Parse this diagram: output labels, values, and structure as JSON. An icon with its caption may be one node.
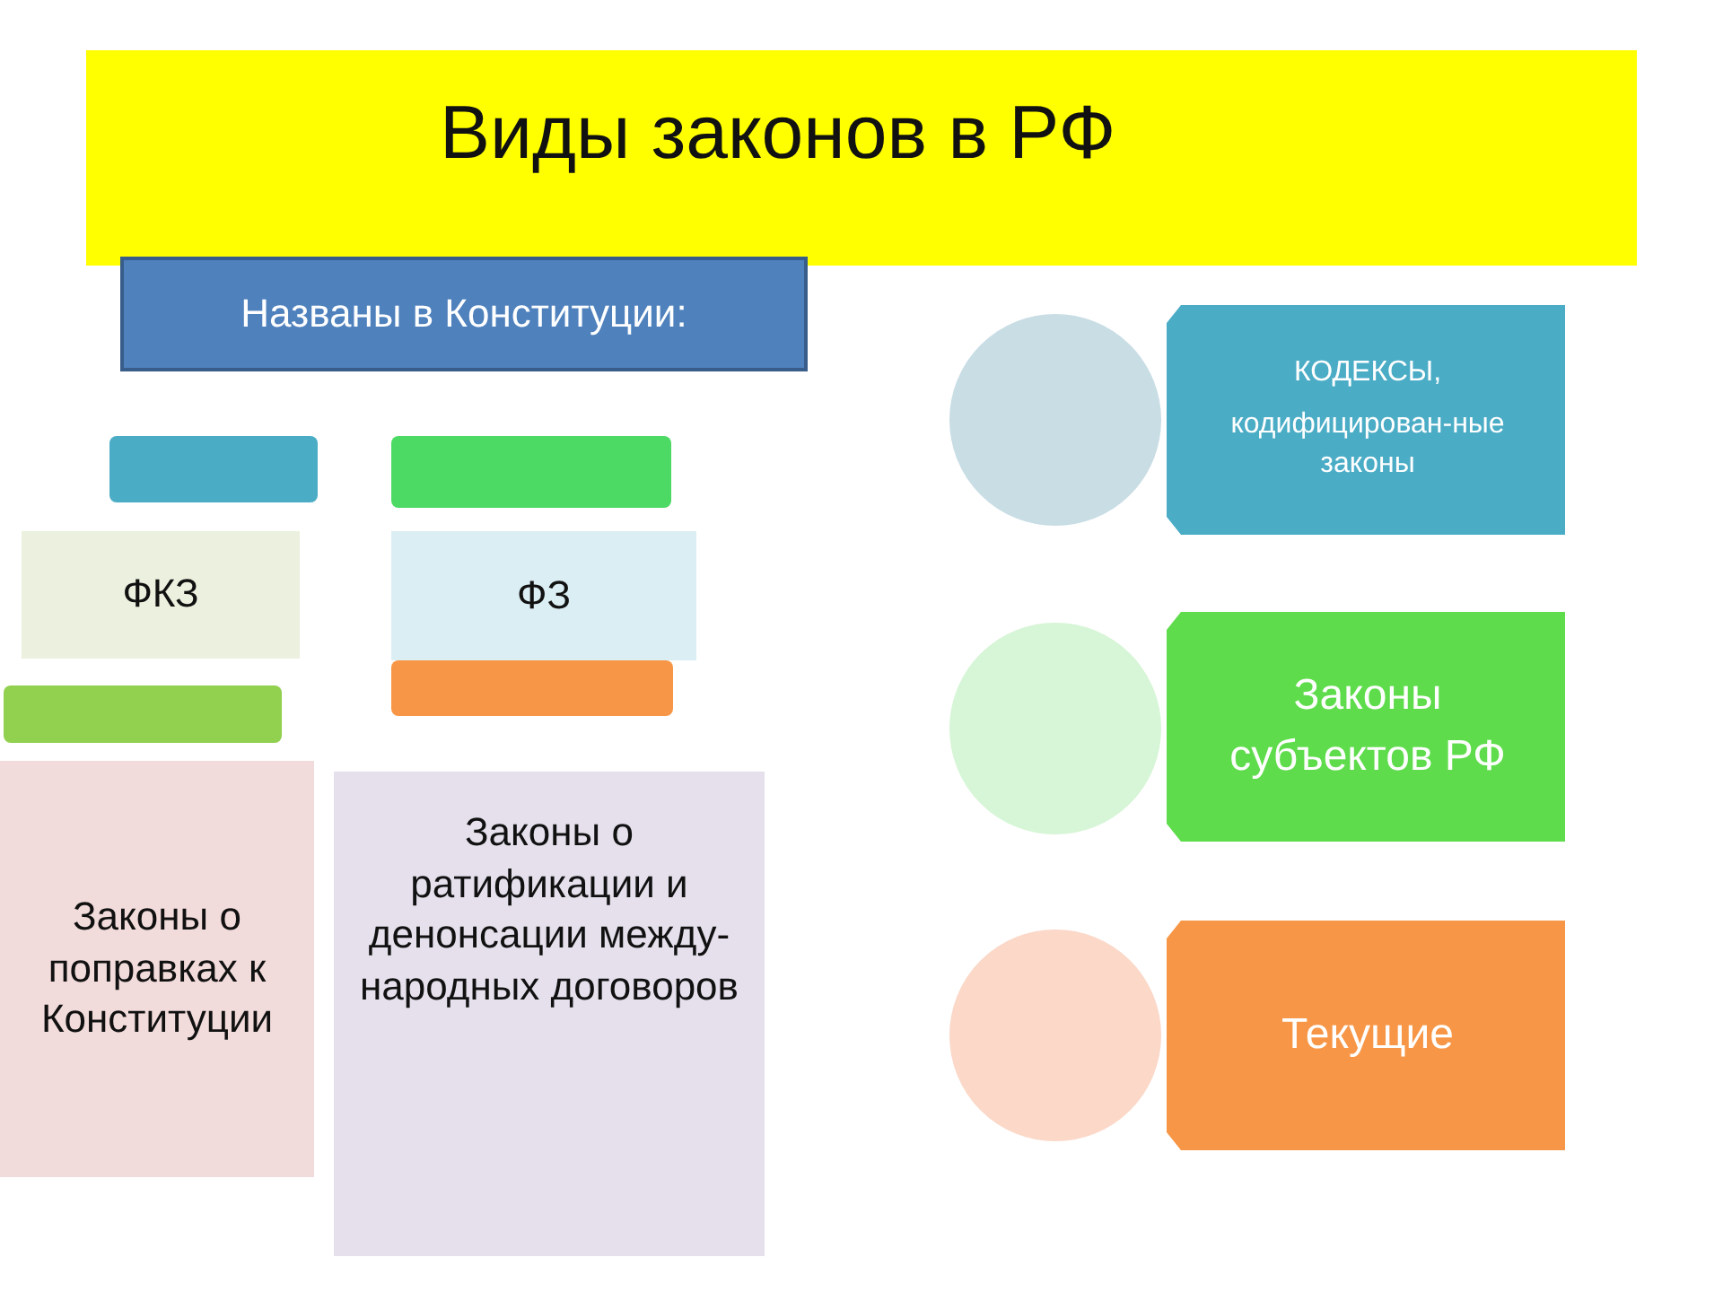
{
  "diagram": {
    "title": "Виды законов в РФ",
    "nodes": [
      {
        "text": [
          "Названы в Конституции:"
        ]
      },
      {
        "text": [],
        "shape": "bar"
      },
      {
        "text": [],
        "shape": "bar"
      },
      {
        "text": [
          "ФКЗ"
        ]
      },
      {
        "text": [
          "ФЗ"
        ]
      },
      {
        "text": [],
        "shape": "bar"
      },
      {
        "text": [],
        "shape": "bar"
      },
      {
        "text": [
          "Законы о поправках к Конституции"
        ]
      },
      {
        "text": [
          "Законы о ратификации и денонсации между-народных договоров"
        ]
      },
      {
        "text": [],
        "shape": "circle"
      },
      {
        "text": [
          "КОДЕКСЫ,",
          "кодифицирован-ные законы"
        ]
      },
      {
        "text": [],
        "shape": "circle"
      },
      {
        "text": [
          "Законы субъектов РФ"
        ]
      },
      {
        "text": [],
        "shape": "circle"
      },
      {
        "text": [
          "Текущие"
        ]
      }
    ]
  }
}
